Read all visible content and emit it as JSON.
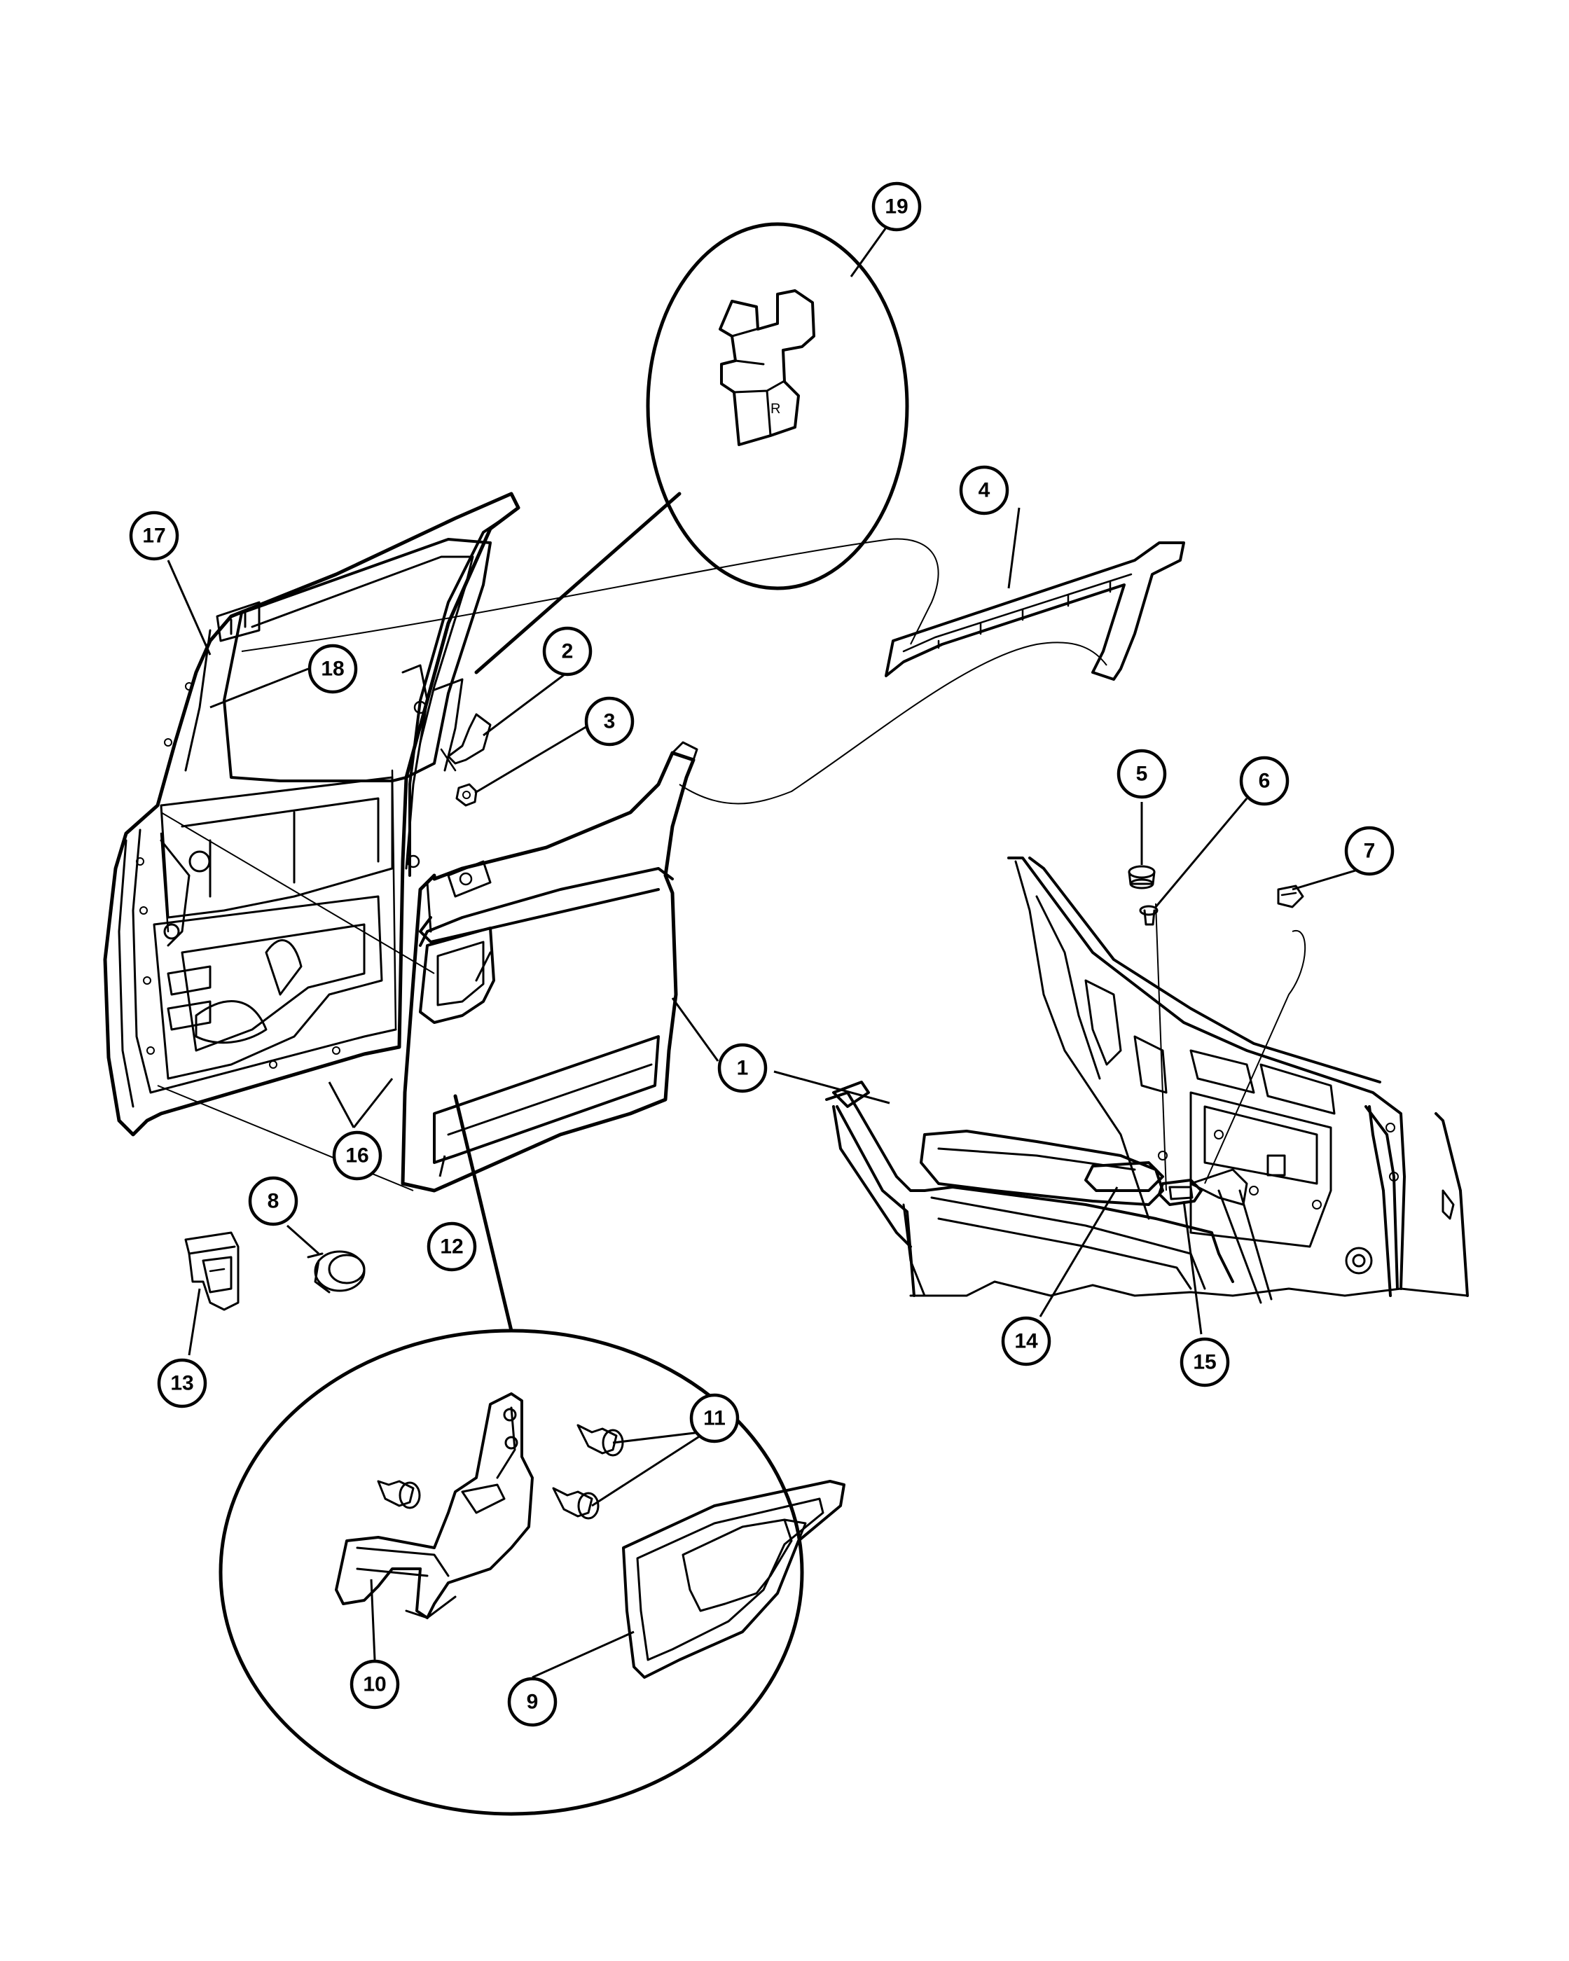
{
  "callouts": {
    "c1": "1",
    "c2": "2",
    "c3": "3",
    "c4": "4",
    "c5": "5",
    "c6": "6",
    "c7": "7",
    "c8": "8",
    "c9": "9",
    "c10": "10",
    "c11": "11",
    "c12": "12",
    "c13": "13",
    "c14": "14",
    "c15": "15",
    "c16": "16",
    "c17": "17",
    "c18": "18",
    "c19": "19"
  },
  "part_marks": {
    "bracket_side_letter": "R"
  }
}
